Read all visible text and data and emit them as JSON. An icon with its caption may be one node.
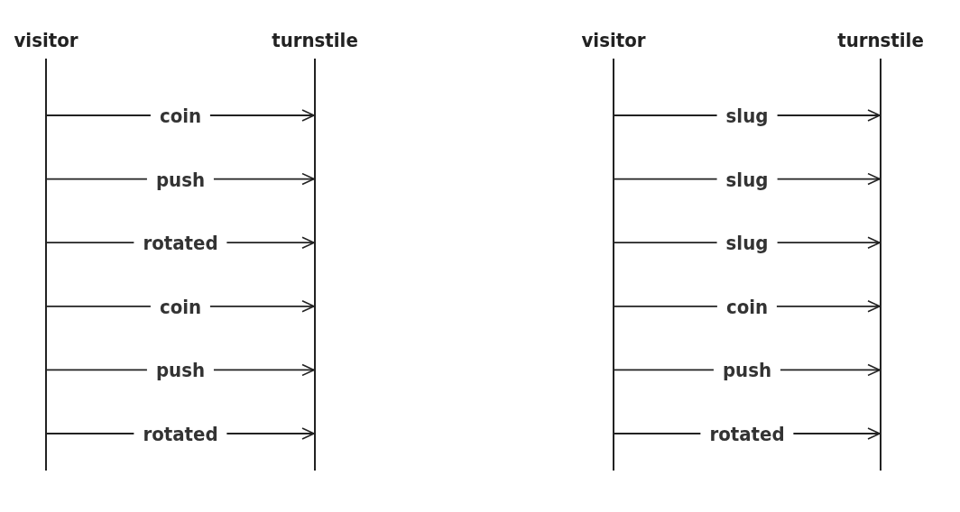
{
  "diagram": {
    "nodes": [
      {
        "text": [
          "visitor"
        ]
      },
      {
        "text": [
          "turnstile"
        ]
      },
      {
        "text": [
          "visitor"
        ]
      },
      {
        "text": [
          "turnstile"
        ]
      }
    ],
    "edges": [
      {
        "from": 0,
        "to": 1,
        "arrow": "to",
        "label": "coin"
      },
      {
        "from": 0,
        "to": 1,
        "arrow": "to",
        "label": "push"
      },
      {
        "from": 0,
        "to": 1,
        "arrow": "to",
        "label": "rotated"
      },
      {
        "from": 0,
        "to": 1,
        "arrow": "to",
        "label": "coin"
      },
      {
        "from": 0,
        "to": 1,
        "arrow": "to",
        "label": "push"
      },
      {
        "from": 0,
        "to": 1,
        "arrow": "to",
        "label": "rotated"
      },
      {
        "from": 2,
        "to": 3,
        "arrow": "to",
        "label": "slug"
      },
      {
        "from": 2,
        "to": 3,
        "arrow": "to",
        "label": "slug"
      },
      {
        "from": 2,
        "to": 3,
        "arrow": "to",
        "label": "slug"
      },
      {
        "from": 2,
        "to": 3,
        "arrow": "to",
        "label": "coin"
      },
      {
        "from": 2,
        "to": 3,
        "arrow": "to",
        "label": "push"
      },
      {
        "from": 2,
        "to": 3,
        "arrow": "to",
        "label": "rotated"
      }
    ]
  }
}
